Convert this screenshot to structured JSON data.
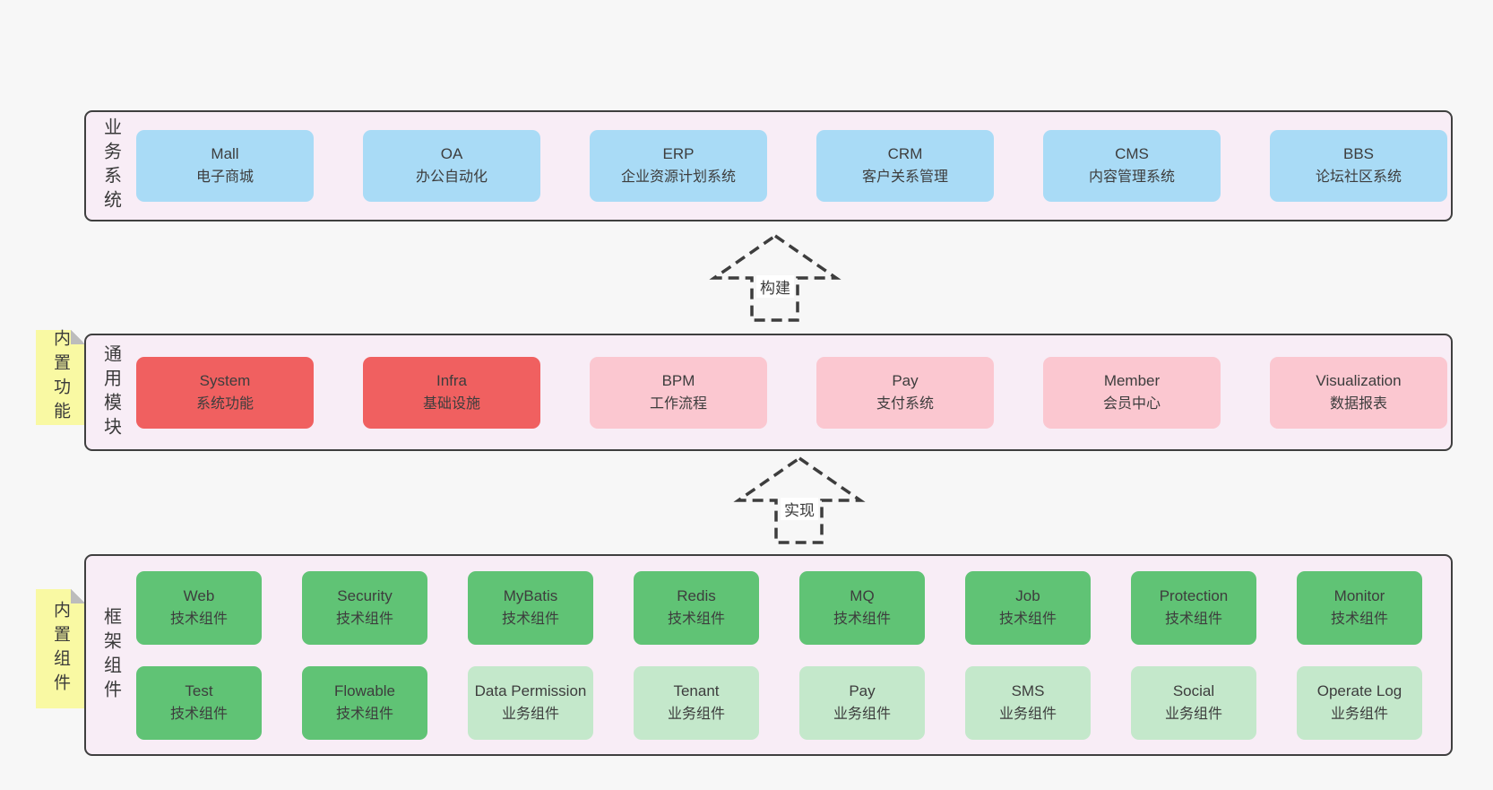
{
  "diagram": {
    "colors": {
      "page_bg": "#f7f7f7",
      "section_bg": "#f8edf6",
      "section_border": "#3f3f3f",
      "blue_box": "#a9dbf6",
      "red_box": "#f06060",
      "pink_box": "#fbc7d0",
      "green_box": "#60c375",
      "light_green_box": "#c4e8cb",
      "note_yellow": "#f9f9a3",
      "text": "#3d3d3d"
    },
    "arrows": [
      {
        "label": "构建"
      },
      {
        "label": "实现"
      }
    ],
    "sections": [
      {
        "id": "business",
        "label": "业务系统",
        "boxes": [
          {
            "title": "Mall",
            "subtitle": "电子商城",
            "variant": "blue"
          },
          {
            "title": "OA",
            "subtitle": "办公自动化",
            "variant": "blue"
          },
          {
            "title": "ERP",
            "subtitle": "企业资源计划系统",
            "variant": "blue"
          },
          {
            "title": "CRM",
            "subtitle": "客户关系管理",
            "variant": "blue"
          },
          {
            "title": "CMS",
            "subtitle": "内容管理系统",
            "variant": "blue"
          },
          {
            "title": "BBS",
            "subtitle": "论坛社区系统",
            "variant": "blue"
          }
        ]
      },
      {
        "id": "modules",
        "label": "通用模块",
        "note": "内置功能",
        "boxes": [
          {
            "title": "System",
            "subtitle": "系统功能",
            "variant": "red"
          },
          {
            "title": "Infra",
            "subtitle": "基础设施",
            "variant": "red"
          },
          {
            "title": "BPM",
            "subtitle": "工作流程",
            "variant": "pink"
          },
          {
            "title": "Pay",
            "subtitle": "支付系统",
            "variant": "pink"
          },
          {
            "title": "Member",
            "subtitle": "会员中心",
            "variant": "pink"
          },
          {
            "title": "Visualization",
            "subtitle": "数据报表",
            "variant": "pink"
          }
        ]
      },
      {
        "id": "components",
        "label": "框架组件",
        "note": "内置组件",
        "rows": [
          [
            {
              "title": "Web",
              "subtitle": "技术组件",
              "variant": "green"
            },
            {
              "title": "Security",
              "subtitle": "技术组件",
              "variant": "green"
            },
            {
              "title": "MyBatis",
              "subtitle": "技术组件",
              "variant": "green"
            },
            {
              "title": "Redis",
              "subtitle": "技术组件",
              "variant": "green"
            },
            {
              "title": "MQ",
              "subtitle": "技术组件",
              "variant": "green"
            },
            {
              "title": "Job",
              "subtitle": "技术组件",
              "variant": "green"
            },
            {
              "title": "Protection",
              "subtitle": "技术组件",
              "variant": "green"
            },
            {
              "title": "Monitor",
              "subtitle": "技术组件",
              "variant": "green"
            }
          ],
          [
            {
              "title": "Test",
              "subtitle": "技术组件",
              "variant": "green"
            },
            {
              "title": "Flowable",
              "subtitle": "技术组件",
              "variant": "green"
            },
            {
              "title": "Data Permission",
              "subtitle": "业务组件",
              "variant": "lgreen"
            },
            {
              "title": "Tenant",
              "subtitle": "业务组件",
              "variant": "lgreen"
            },
            {
              "title": "Pay",
              "subtitle": "业务组件",
              "variant": "lgreen"
            },
            {
              "title": "SMS",
              "subtitle": "业务组件",
              "variant": "lgreen"
            },
            {
              "title": "Social",
              "subtitle": "业务组件",
              "variant": "lgreen"
            },
            {
              "title": "Operate Log",
              "subtitle": "业务组件",
              "variant": "lgreen"
            }
          ]
        ]
      }
    ]
  }
}
